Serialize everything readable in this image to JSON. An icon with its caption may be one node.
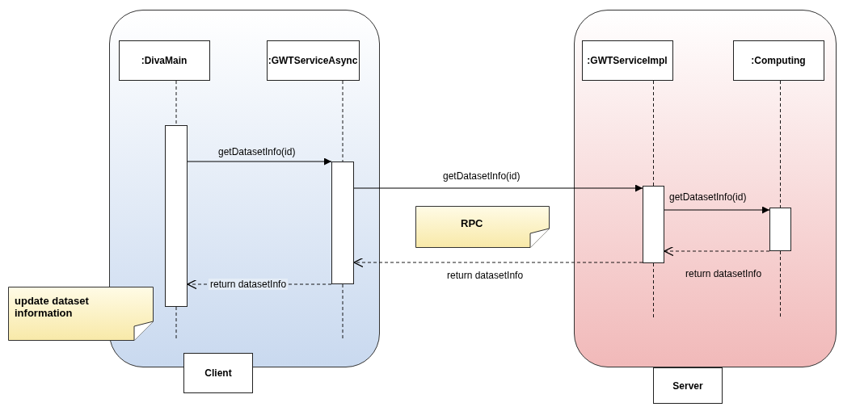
{
  "diagram": {
    "nodes": [
      {
        "text": [],
        "shape": "box"
      },
      {
        "text": [
          ":DivaMain"
        ],
        "in": 0
      },
      {
        "text": [
          ":GWTServiceAsync"
        ],
        "in": 0
      },
      {
        "text": [],
        "shape": "bar",
        "in": 0
      },
      {
        "text": [],
        "shape": "bar",
        "in": 0
      },
      {
        "text": [
          "Client"
        ]
      },
      {
        "text": [],
        "shape": "box"
      },
      {
        "text": [
          ":GWTServiceImpl"
        ],
        "in": 6
      },
      {
        "text": [
          ":Computing"
        ],
        "in": 6
      },
      {
        "text": [],
        "shape": "bar",
        "in": 6
      },
      {
        "text": [],
        "shape": "bar",
        "in": 6
      },
      {
        "text": [
          "Server"
        ]
      },
      {
        "text": [
          "update dataset information"
        ]
      },
      {
        "text": [
          "RPC"
        ]
      }
    ],
    "edges": [
      {
        "from": 1,
        "to": 3,
        "arrow": "none",
        "style": "dashed"
      },
      {
        "from": 3,
        "to": null,
        "arrow": "none",
        "style": "dashed"
      },
      {
        "from": 2,
        "to": 4,
        "arrow": "none",
        "style": "dashed"
      },
      {
        "from": 4,
        "to": null,
        "arrow": "none",
        "style": "dashed"
      },
      {
        "from": 7,
        "to": 9,
        "arrow": "none",
        "style": "dashed"
      },
      {
        "from": 9,
        "to": null,
        "arrow": "none",
        "style": "dashed"
      },
      {
        "from": 8,
        "to": 10,
        "arrow": "none",
        "style": "dashed"
      },
      {
        "from": 10,
        "to": null,
        "arrow": "none",
        "style": "dashed"
      },
      {
        "from": 3,
        "to": 4,
        "arrow": "to",
        "label": "getDatasetInfo(id)"
      },
      {
        "from": 4,
        "to": 9,
        "arrow": "to",
        "label": "getDatasetInfo(id)"
      },
      {
        "from": 9,
        "to": 10,
        "arrow": "to",
        "label": "getDatasetInfo(id)"
      },
      {
        "from": 10,
        "to": 9,
        "arrow": "to",
        "label": "return datasetInfo",
        "style": "dashed"
      },
      {
        "from": 9,
        "to": 4,
        "arrow": "to",
        "label": "return datasetInfo",
        "style": "dashed"
      },
      {
        "from": 4,
        "to": 3,
        "arrow": "to",
        "label": "return datasetInfo",
        "style": "dashed"
      }
    ]
  }
}
